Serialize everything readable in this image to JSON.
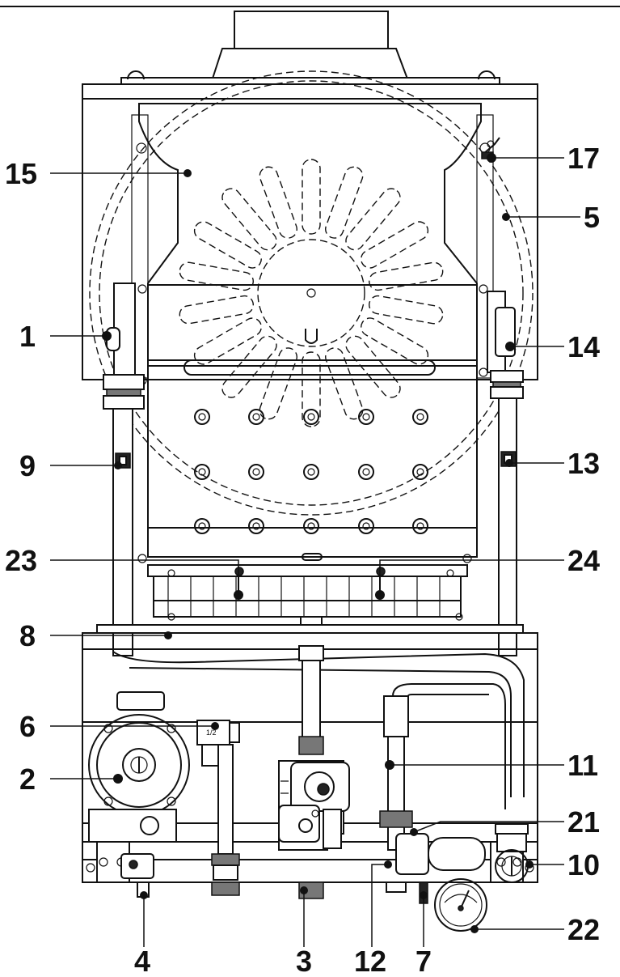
{
  "callouts": [
    {
      "number": "15",
      "side": "left"
    },
    {
      "number": "1",
      "side": "left"
    },
    {
      "number": "9",
      "side": "left"
    },
    {
      "number": "23",
      "side": "left"
    },
    {
      "number": "8",
      "side": "left"
    },
    {
      "number": "6",
      "side": "left"
    },
    {
      "number": "2",
      "side": "left"
    },
    {
      "number": "17",
      "side": "right"
    },
    {
      "number": "5",
      "side": "right"
    },
    {
      "number": "14",
      "side": "right"
    },
    {
      "number": "13",
      "side": "right"
    },
    {
      "number": "24",
      "side": "right"
    },
    {
      "number": "11",
      "side": "right"
    },
    {
      "number": "21",
      "side": "right"
    },
    {
      "number": "10",
      "side": "right"
    },
    {
      "number": "22",
      "side": "right"
    },
    {
      "number": "4",
      "side": "bottom"
    },
    {
      "number": "3",
      "side": "bottom"
    },
    {
      "number": "12",
      "side": "bottom"
    },
    {
      "number": "7",
      "side": "bottom"
    }
  ],
  "valve_marking": "1/2",
  "colors": {
    "ink": "#111111",
    "paper": "#ffffff",
    "fill": "#777777"
  }
}
